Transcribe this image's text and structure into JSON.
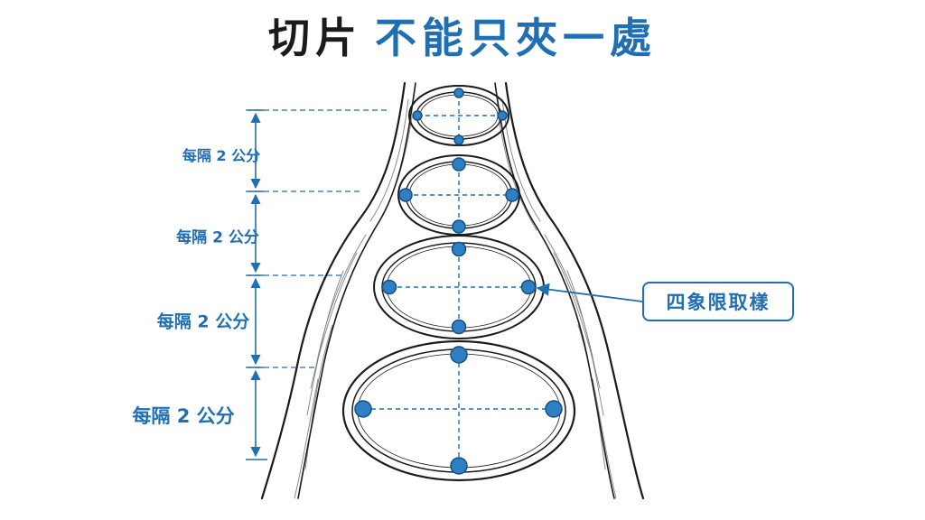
{
  "title": {
    "part1": "切片",
    "part2": "不能只夾一處"
  },
  "spacing_labels": [
    "每隔 2 公分",
    "每隔 2 公分",
    "每隔 2 公分",
    "每隔 2 公分"
  ],
  "callout": {
    "text": "四象限取樣"
  },
  "colors": {
    "accent": "#1f6fb2",
    "dot_fill": "#2f7fc4",
    "ink": "#1b1b1b"
  },
  "icons": [
    "sample-point-dot",
    "dimension-arrow",
    "callout-arrow"
  ]
}
